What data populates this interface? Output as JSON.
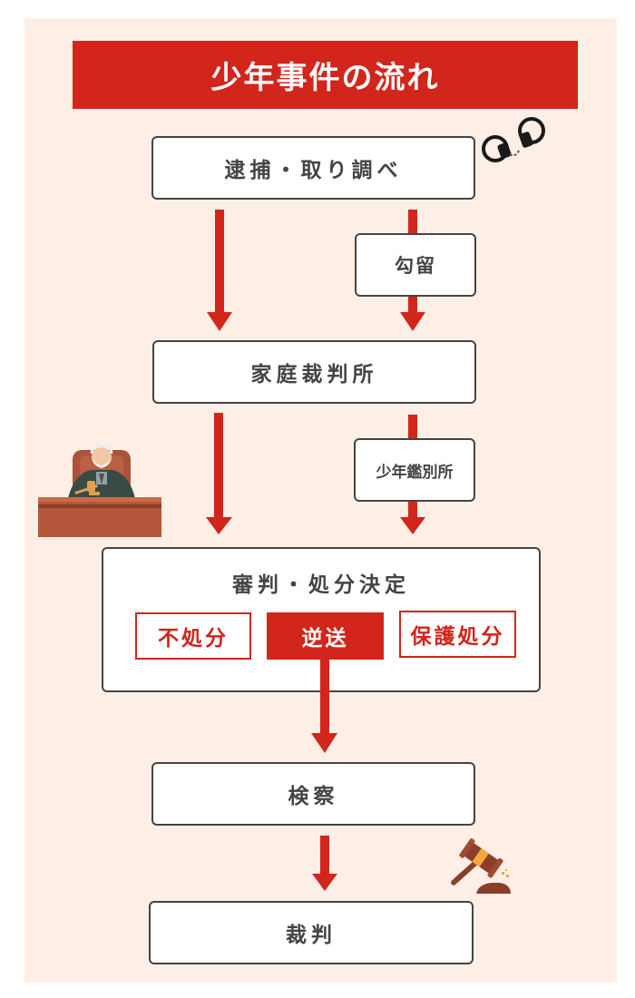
{
  "title": "少年事件の流れ",
  "colors": {
    "accent": "#D2251B",
    "panel_bg": "#FEEFE6",
    "box_border": "#444444",
    "text": "#444444"
  },
  "nodes": {
    "arrest": "逮捕・取り調べ",
    "detention": "勾留",
    "family_court": "家庭裁判所",
    "classification_home": "少年鑑別所",
    "hearing": {
      "title": "審判・処分決定",
      "options": [
        {
          "label": "不処分",
          "style": "outline"
        },
        {
          "label": "逆送",
          "style": "filled"
        },
        {
          "label": "保護処分",
          "style": "outline"
        }
      ]
    },
    "prosecution": "検察",
    "trial": "裁判"
  },
  "edges": [
    {
      "from": "逮捕・取り調べ",
      "to": "家庭裁判所"
    },
    {
      "from": "逮捕・取り調べ",
      "to": "家庭裁判所",
      "via": "勾留"
    },
    {
      "from": "家庭裁判所",
      "to": "審判・処分決定"
    },
    {
      "from": "家庭裁判所",
      "to": "審判・処分決定",
      "via": "少年鑑別所"
    },
    {
      "from": "逆送",
      "to": "検察"
    },
    {
      "from": "検察",
      "to": "裁判"
    }
  ],
  "illustrations": [
    "handcuffs-icon",
    "judge-illustration",
    "gavel-icon"
  ]
}
